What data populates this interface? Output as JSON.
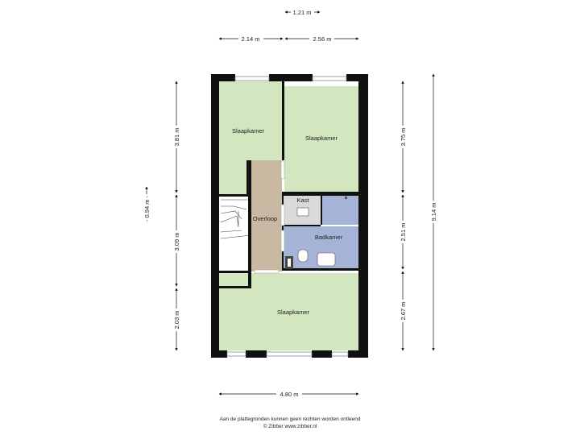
{
  "colors": {
    "bedroom": "#d2e7bf",
    "hallway": "#c9b9a2",
    "bathroom": "#a5b4d6",
    "closet": "#dadada",
    "wall": "#111111"
  },
  "rooms": {
    "bedroom_top_left": "Slaapkamer",
    "bedroom_top_right": "Slaapkamer",
    "closet": "Kast",
    "hallway": "Overloop",
    "bathroom": "Badkamer",
    "bedroom_bottom": "Slaapkamer"
  },
  "dimensions": {
    "top_small": "1.21 m",
    "top_left": "2.14 m",
    "top_right": "2.56 m",
    "bottom_width": "4.80 m",
    "left_outer": "- 0.94 m -",
    "left_top": "3.81 m",
    "left_middle": "3.09 m",
    "left_bottom": "2.03 m",
    "right_top": "3.75 m",
    "right_middle": "2.51 m",
    "right_bottom": "2.67 m",
    "right_total": "9.14 m"
  },
  "footer": {
    "line1": "Aan de plattegronden kunnen geen rechten worden ontleend",
    "line2": "© Zibber www.zibber.nl"
  }
}
